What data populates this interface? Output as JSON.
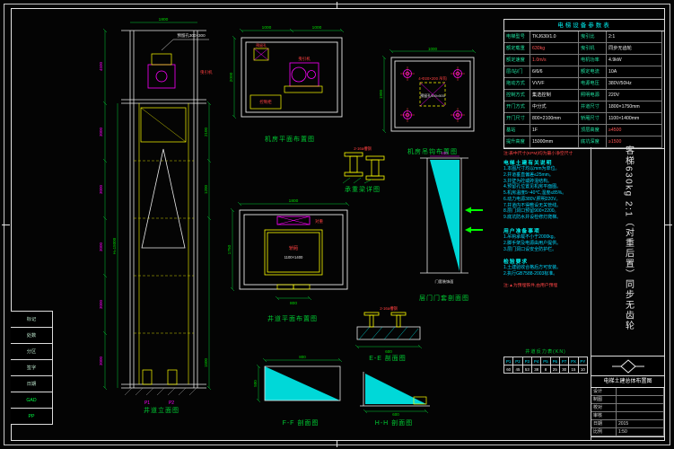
{
  "frame": {
    "left_rows": [
      "标记",
      "处数",
      "分区",
      "签字",
      "日期",
      "GAD",
      "PP"
    ]
  },
  "shaft_elevation": {
    "label": "井道立面图",
    "dim_width": "1800",
    "callout_hole": "预留孔300×300",
    "callout_machine": "曳引机",
    "dim_mr_height": "4500",
    "floor_dims": [
      "3000",
      "3000",
      "3000",
      "3000",
      "3000"
    ],
    "dim_total": "H=15000",
    "dims_right": [
      "2100",
      "1200"
    ],
    "dim_pit": "1500",
    "marks": [
      "P1",
      "P2"
    ]
  },
  "machine_room_plan": {
    "label": "机房平面布置图",
    "dims_top": [
      "1000",
      "1000"
    ],
    "dim_left": "2000",
    "t_machine": "曳引机",
    "t_cabinet": "控制柜",
    "t_hole": "预留孔"
  },
  "hook_plan": {
    "label": "机房吊钩布置图",
    "note": "4-Φ20×200 吊钩",
    "dim_top": "1000",
    "dim_left": "1900",
    "t_hole": "预留孔500×500"
  },
  "beam_detail": {
    "label": "承重梁详图",
    "note": "2-16a槽钢"
  },
  "shaft_plan": {
    "label": "井道平面布置图",
    "dim_top": "1800",
    "dim_left": "1750",
    "dim_door": "800",
    "t_car": "轿厢",
    "t_car_size": "1100×1400",
    "t_cwt": "对重"
  },
  "door_detail": {
    "label": "层门门套剖面图",
    "dim_top": "100",
    "t_note": "门套装饰面"
  },
  "section_ee": {
    "label": "E-E 剖面图",
    "note": "2-16a槽钢",
    "dim": "600"
  },
  "section_ff": {
    "label": "F-F 剖面图",
    "dim_top": "800",
    "dim_left": "500"
  },
  "section_hh": {
    "label": "H-H 剖面图",
    "dim": "600"
  },
  "param_table": {
    "title": "电梯设备参数表",
    "rows": [
      {
        "l1": "电梯型号",
        "v1": "TKJ630/1.0",
        "l2": "曳引比",
        "v2": "2:1"
      },
      {
        "l1": "额定载重",
        "v1": "630kg",
        "l2": "曳引机",
        "v2": "同步无齿轮"
      },
      {
        "l1": "额定速度",
        "v1": "1.0m/s",
        "l2": "电机功率",
        "v2": "4.9kW"
      },
      {
        "l1": "层/站/门",
        "v1": "6/6/6",
        "l2": "额定电流",
        "v2": "10A"
      },
      {
        "l1": "拖动方式",
        "v1": "VVVF",
        "l2": "电源电压",
        "v2": "380V/50Hz"
      },
      {
        "l1": "控制方式",
        "v1": "集选控制",
        "l2": "照明电源",
        "v2": "220V"
      },
      {
        "l1": "开门方式",
        "v1": "中分式",
        "l2": "井道尺寸",
        "v2": "1800×1750mm"
      },
      {
        "l1": "开门尺寸",
        "v1": "800×2100mm",
        "l2": "轿厢尺寸",
        "v2": "1100×1400mm"
      },
      {
        "l1": "基站",
        "v1": "1F",
        "l2": "顶层高度",
        "v2": "≥4500"
      },
      {
        "l1": "提升高度",
        "v1": "15000mm",
        "l2": "底坑深度",
        "v2": "≥1500"
      }
    ]
  },
  "notes": {
    "ref_line": "注:表中尺寸(KPM)均为最小净空尺寸",
    "title1": "电梯土建有关说明",
    "lines1": [
      "1.本图尺寸均以mm为单位。",
      "2.井道垂直偏差≤25mm。",
      "3.井壁为砼或砖混结构。",
      "4.预留孔位置见机房平面图。",
      "5.机房温度5~40℃,湿度≤85%。",
      "6.动力电源380V,照明220V。",
      "7.井道内不得敷设无关管线。",
      "8.层门洞口预留900×2200。",
      "9.底坑防水并设检修灯爬梯。"
    ],
    "title2": "用户准备事项",
    "lines2": [
      "1.吊钩承载不小于2000kg。",
      "2.脚手架及电源由用户提供。",
      "3.层门洞口设安全防护栏。"
    ],
    "title3": "检验要求",
    "lines3": [
      "1.土建验收合格后方可安装。",
      "2.执行GB7588-2003标准。"
    ],
    "extra": "注:▲为预埋铁件,由用户预埋"
  },
  "reaction_table": {
    "title": "井道反力表(KN)",
    "headers": [
      "P1",
      "P2",
      "P3",
      "P4",
      "P5",
      "P6",
      "P7",
      "PX",
      "PY"
    ],
    "values": [
      "60",
      "45",
      "53",
      "38",
      "8",
      "25",
      "30",
      "15",
      "10"
    ]
  },
  "sidebar": {
    "vertical_title": "客梯630kg 2:1（对重后置）同步无齿轮",
    "drawing_title": "电梯土建总体布置图",
    "title_block_rows": [
      {
        "label": "设计",
        "value": ""
      },
      {
        "label": "制图",
        "value": ""
      },
      {
        "label": "校对",
        "value": ""
      },
      {
        "label": "审核",
        "value": ""
      },
      {
        "label": "日期",
        "value": "2015"
      },
      {
        "label": "比例",
        "value": "1:50"
      }
    ]
  }
}
